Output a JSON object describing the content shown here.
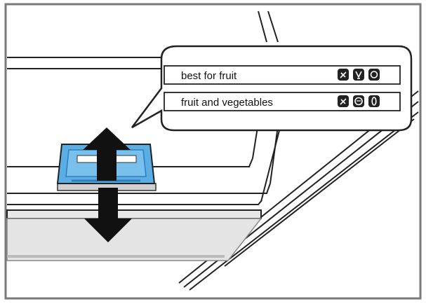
{
  "callout": {
    "rows": [
      {
        "label": "best for fruit",
        "icons": [
          "fruit-icon",
          "fruit-icon-2",
          "fruit-icon-3"
        ]
      },
      {
        "label": "fruit and vegetables",
        "icons": [
          "fruit-icon",
          "vegetable-icon",
          "carrot-icon"
        ]
      }
    ]
  },
  "colors": {
    "slider": "#5aaee3",
    "slider_dark": "#2f7fbf",
    "arrow": "#111111",
    "frame": "#7a7a7a"
  }
}
